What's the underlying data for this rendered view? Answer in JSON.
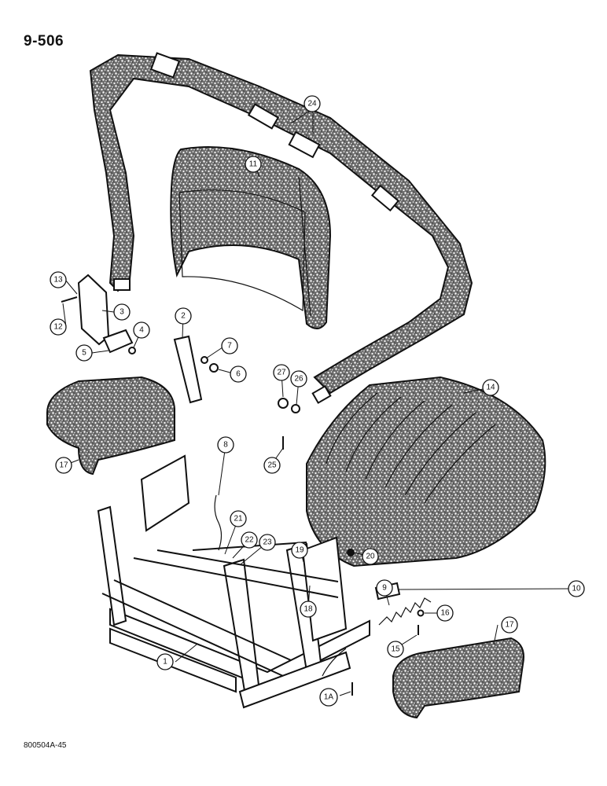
{
  "page": {
    "number": "9-506",
    "figure_code": "800504A-45"
  },
  "callouts": [
    {
      "label": "24"
    },
    {
      "label": "11"
    },
    {
      "label": "13"
    },
    {
      "label": "12"
    },
    {
      "label": "3"
    },
    {
      "label": "4"
    },
    {
      "label": "5"
    },
    {
      "label": "2"
    },
    {
      "label": "7"
    },
    {
      "label": "6"
    },
    {
      "label": "27"
    },
    {
      "label": "26"
    },
    {
      "label": "14"
    },
    {
      "label": "25"
    },
    {
      "label": "17"
    },
    {
      "label": "8"
    },
    {
      "label": "21"
    },
    {
      "label": "22"
    },
    {
      "label": "23"
    },
    {
      "label": "19"
    },
    {
      "label": "20"
    },
    {
      "label": "18"
    },
    {
      "label": "9"
    },
    {
      "label": "10"
    },
    {
      "label": "16"
    },
    {
      "label": "15"
    },
    {
      "label": "1"
    },
    {
      "label": "17"
    },
    {
      "label": "1A"
    }
  ]
}
